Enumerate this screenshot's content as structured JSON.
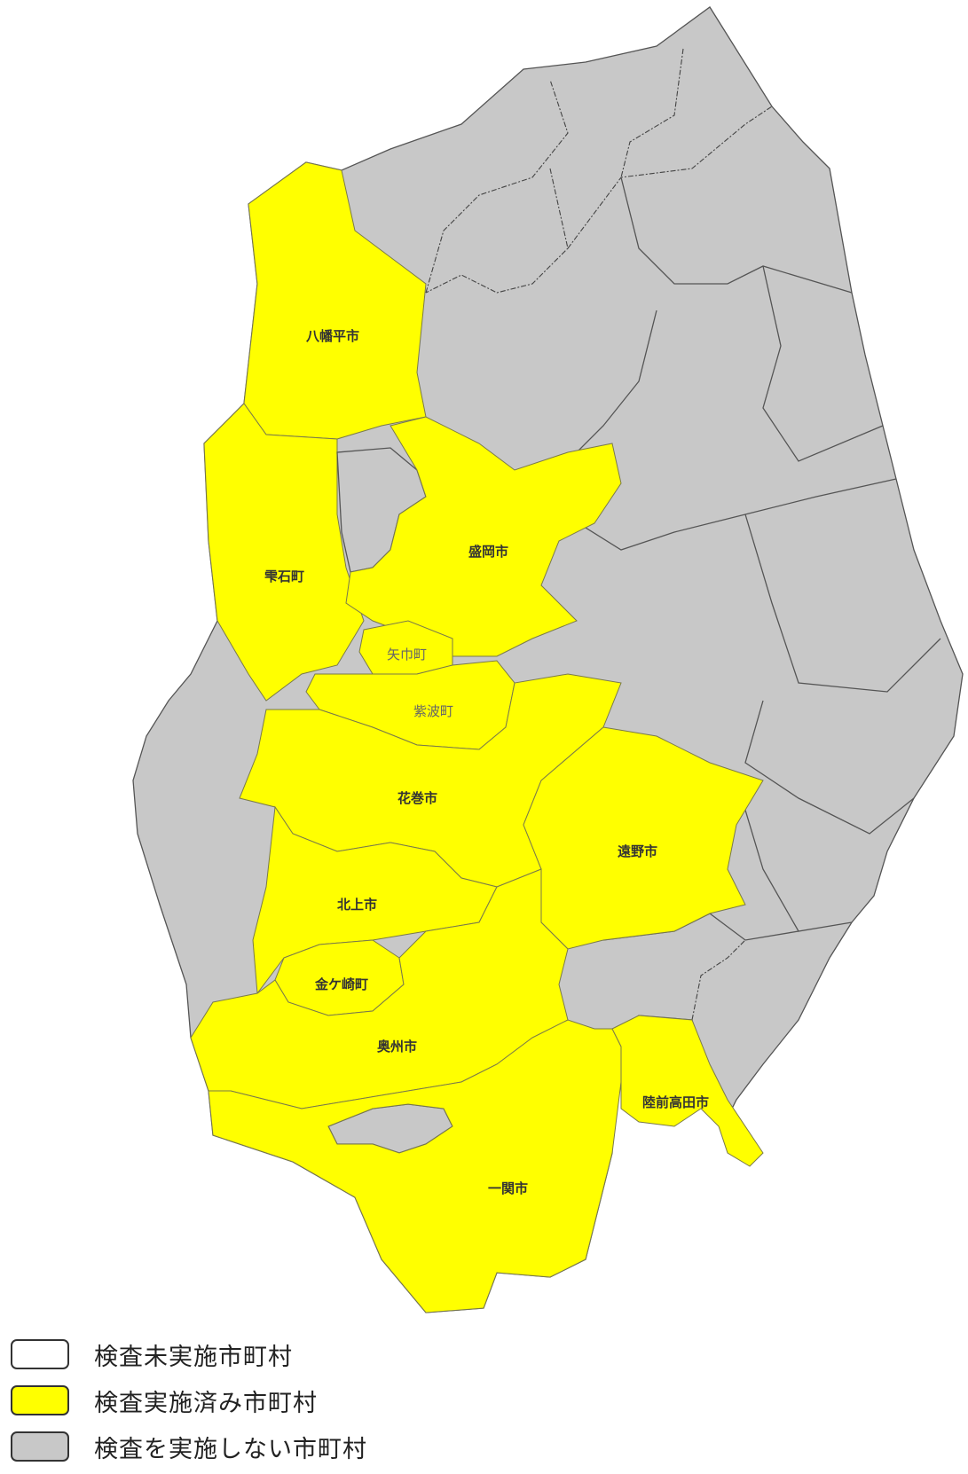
{
  "colors": {
    "not_inspected": "#ffffff",
    "inspected": "#ffff00",
    "no_inspection": "#c8c8c8"
  },
  "municipalities": [
    {
      "id": "hachimantai",
      "name": "八幡平市",
      "status": "inspected"
    },
    {
      "id": "shizukuishi",
      "name": "雫石町",
      "status": "inspected"
    },
    {
      "id": "morioka",
      "name": "盛岡市",
      "status": "inspected"
    },
    {
      "id": "yahaba",
      "name": "矢巾町",
      "status": "inspected"
    },
    {
      "id": "shiwa",
      "name": "紫波町",
      "status": "inspected"
    },
    {
      "id": "hanamaki",
      "name": "花巻市",
      "status": "inspected"
    },
    {
      "id": "tono",
      "name": "遠野市",
      "status": "inspected"
    },
    {
      "id": "kitakami",
      "name": "北上市",
      "status": "inspected"
    },
    {
      "id": "kanegasaki",
      "name": "金ケ崎町",
      "status": "inspected"
    },
    {
      "id": "oshu",
      "name": "奥州市",
      "status": "inspected"
    },
    {
      "id": "rikuzentakata",
      "name": "陸前高田市",
      "status": "inspected"
    },
    {
      "id": "ichinoseki",
      "name": "一関市",
      "status": "inspected"
    }
  ],
  "legend": [
    {
      "key": "not_inspected",
      "label": "検査未実施市町村"
    },
    {
      "key": "inspected",
      "label": "検査実施済み市町村"
    },
    {
      "key": "no_inspection",
      "label": "検査を実施しない市町村"
    }
  ]
}
